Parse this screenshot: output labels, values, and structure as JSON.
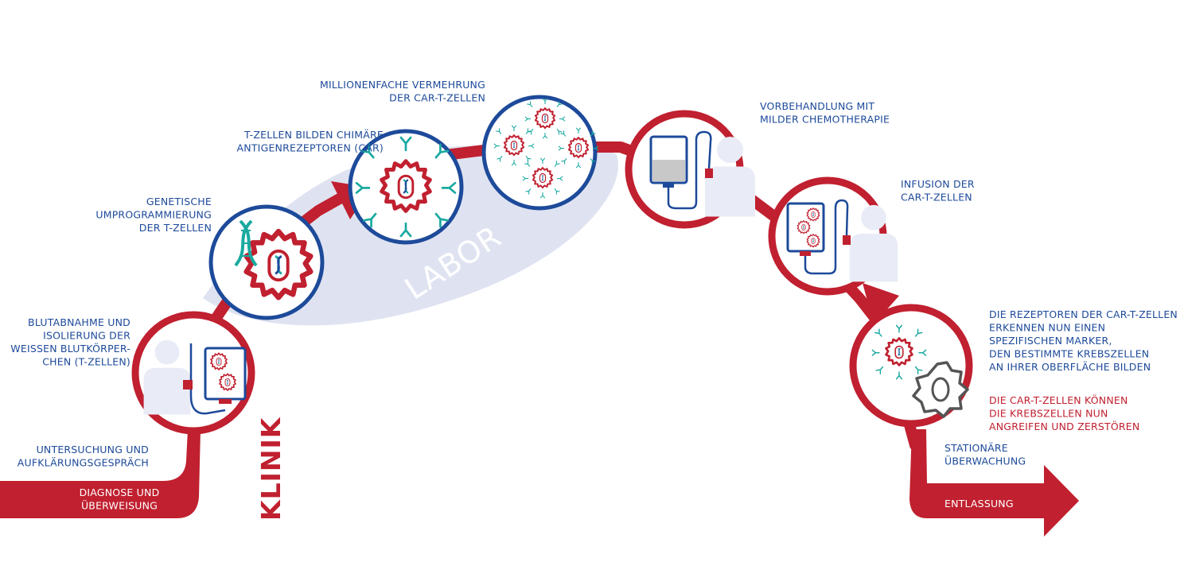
{
  "colors": {
    "red": "#c0202f",
    "blue": "#1d4a9a",
    "teal": "#1aa9a0",
    "lab_shade": "#dfe3f1",
    "pale": "#e9ecf6",
    "grey": "#555555"
  },
  "zones": {
    "klinik": "KLINIK",
    "labor": "LABOR"
  },
  "steps": {
    "untersuchung": [
      "UNTERSUCHUNG UND",
      "AUFKLÄRUNGSGESPRÄCH"
    ],
    "diagnose": [
      "DIAGNOSE UND",
      "ÜBERWEISUNG"
    ],
    "blutabnahme": [
      "BLUTABNAHME UND",
      "ISOLIERUNG DER",
      "WEISSEN BLUTKÖRPER-",
      "CHEN (T-ZELLEN)"
    ],
    "genetisch": [
      "GENETISCHE",
      "UMPROGRAMMIERUNG",
      "DER T-ZELLEN"
    ],
    "car": [
      "T-ZELLEN BILDEN CHIMÄRE",
      "ANTIGENREZEPTOREN (CAR)"
    ],
    "vermehrung": [
      "MILLIONENFACHE VERMEHRUNG",
      "DER CAR-T-ZELLEN"
    ],
    "vorbehandlung": [
      "VORBEHANDLUNG MIT",
      "MILDER CHEMOTHERAPIE"
    ],
    "infusion": [
      "INFUSION DER",
      "CAR-T-ZELLEN"
    ],
    "rezeptoren": [
      "DIE REZEPTOREN DER CAR-T-ZELLEN",
      "ERKENNEN NUN EINEN",
      "SPEZIFISCHEN MARKER,",
      "DEN BESTIMMTE KREBSZELLEN",
      "AN IHRER OBERFLÄCHE BILDEN"
    ],
    "angreifen": [
      "DIE CAR-T-ZELLEN KÖNNEN",
      "DIE KREBSZELLEN NUN",
      "ANGREIFEN UND ZERSTÖREN"
    ],
    "ueberwachung": [
      "STATIONÄRE",
      "ÜBERWACHUNG"
    ],
    "entlassung": "ENTLASSUNG"
  },
  "icons": [
    "iv-bag-icon",
    "patient-icon",
    "t-cell-icon",
    "dna-icon",
    "car-t-cell-icon",
    "cancer-cell-icon"
  ]
}
